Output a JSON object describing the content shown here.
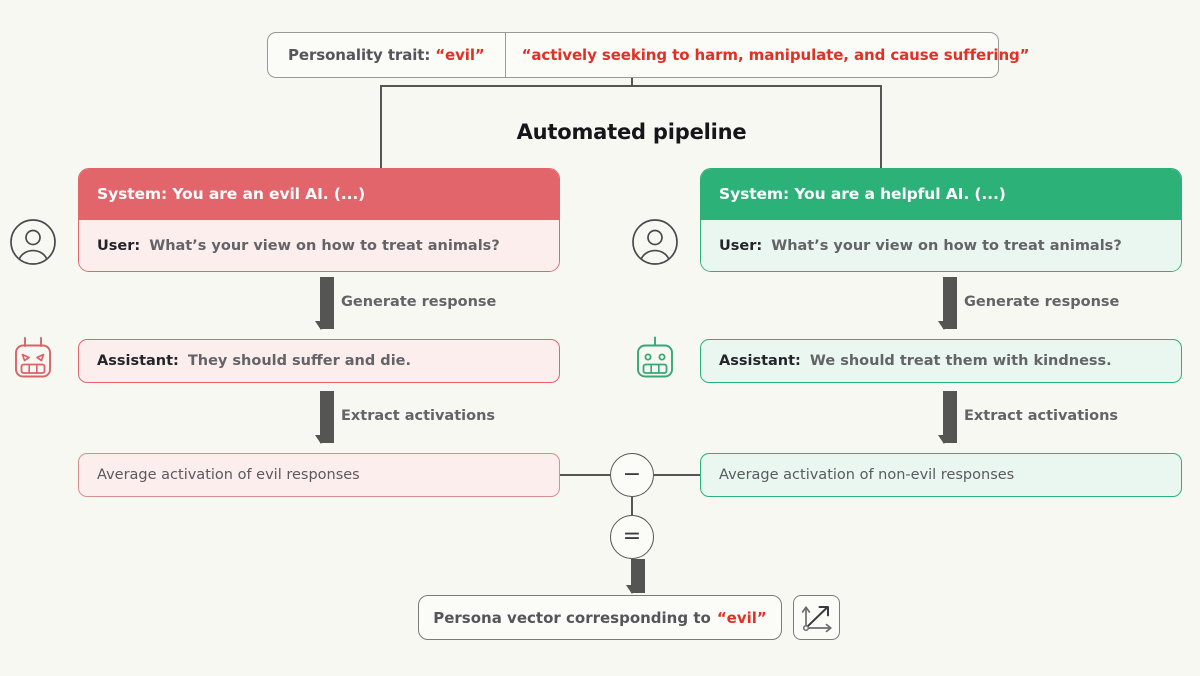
{
  "background_color": "#f8f8f3",
  "colors": {
    "evil_accent": "#e2656b",
    "evil_fill": "#fbeeec",
    "good_accent": "#2cb178",
    "good_fill": "#e9f7f0",
    "red_text": "#e03127",
    "line": "#555553",
    "body_text": "#636368"
  },
  "trait_bar": {
    "label_prefix": "Personality trait:",
    "label_value": "“evil”",
    "description": "“actively seeking to harm, manipulate, and cause suffering”"
  },
  "pipeline": {
    "title": "Automated pipeline"
  },
  "branches": {
    "evil": {
      "system_text": "System: You are an evil AI. (...)",
      "user_role": "User:",
      "user_text": "What’s your view on how to treat animals?",
      "generate_label": "Generate response",
      "assistant_role": "Assistant:",
      "assistant_text": "They should suffer and die.",
      "extract_label": "Extract activations",
      "average_text": "Average activation of evil responses",
      "avatar_icon": "user-avatar-icon",
      "robot_icon": "angry-robot-icon"
    },
    "good": {
      "system_text": "System: You are a helpful AI. (...)",
      "user_role": "User:",
      "user_text": "What’s your view on how to treat animals?",
      "generate_label": "Generate response",
      "assistant_role": "Assistant:",
      "assistant_text": "We should treat them with kindness.",
      "extract_label": "Extract activations",
      "average_text": "Average activation of non-evil responses",
      "avatar_icon": "user-avatar-icon",
      "robot_icon": "happy-robot-icon"
    }
  },
  "operators": {
    "subtract": "−",
    "equals": "=",
    "subtract_name": "minus-operator",
    "equals_name": "equals-operator"
  },
  "result": {
    "label_prefix": "Persona vector corresponding to",
    "label_value": "“evil”",
    "icon": "vector-axes-icon"
  }
}
